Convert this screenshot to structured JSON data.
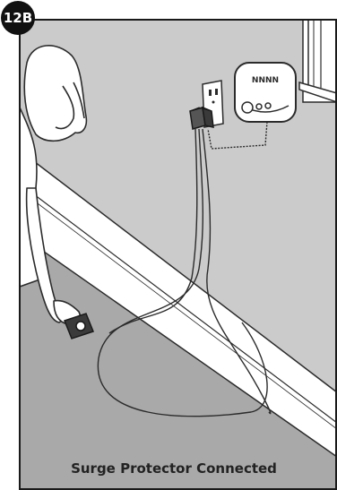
{
  "step": {
    "label": "12B"
  },
  "caption": {
    "text": "Surge Protector Connected"
  },
  "device": {
    "brand_mark": "NNNN"
  },
  "colors": {
    "wall": "#cbcbcb",
    "floor": "#a9a9a9",
    "baseboard": "#ffffff",
    "line": "#2b2b2b",
    "frame": "#1a1a1a",
    "badge": "#111111"
  }
}
